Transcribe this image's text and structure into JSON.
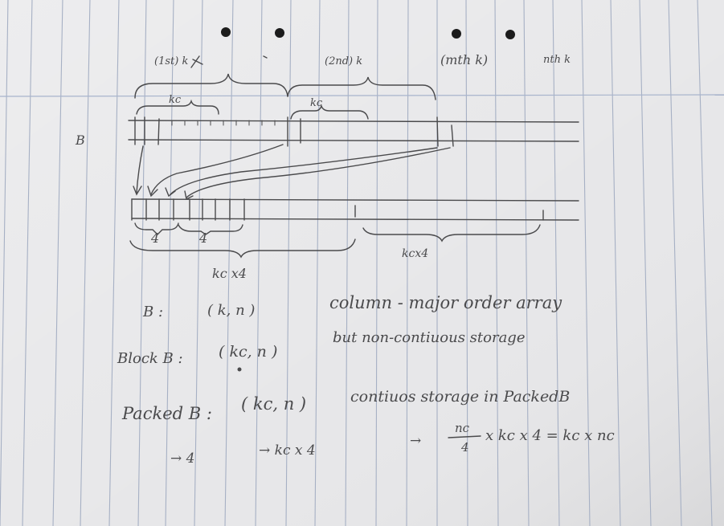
{
  "notes": {
    "label_1st_k": "(1st) k",
    "label_2nd_k": "(2nd) k",
    "label_mth_k": "(mth k)",
    "label_nth_k": "nth k",
    "label_kc_top1": "kc",
    "label_kc_top2": "kc",
    "label_B": "B",
    "label_4_a": "4",
    "label_4_b": "4",
    "label_kcx4_right": "kcx4",
    "label_kcx4_bottom": "kc x4",
    "line1_name": "B :",
    "line1_shape": "( k, n )",
    "line1_desc": "column - major order array",
    "line2_name": "Block B :",
    "line2_shape": "( kc, n )",
    "line2_desc": "but non-contiuous storage",
    "line3_name": "Packed B :",
    "line3_shape": "( kc, n )",
    "line3_desc": "contiuos storage in PackedB",
    "line4_arrow1": "→ 4",
    "line4_arrow2": "→ kc x 4",
    "line4_arrow3": "→",
    "line4_frac_num": "nc",
    "line4_frac_den": "4",
    "line4_tail": "x kc x 4 = kc x nc"
  },
  "colors": {
    "paper": "#e8e8ea",
    "rule_line": "#9aa7bf",
    "margin_line": "#a8b4cc",
    "ink": "#4a4a4c",
    "hole": "#1c1c1c"
  }
}
